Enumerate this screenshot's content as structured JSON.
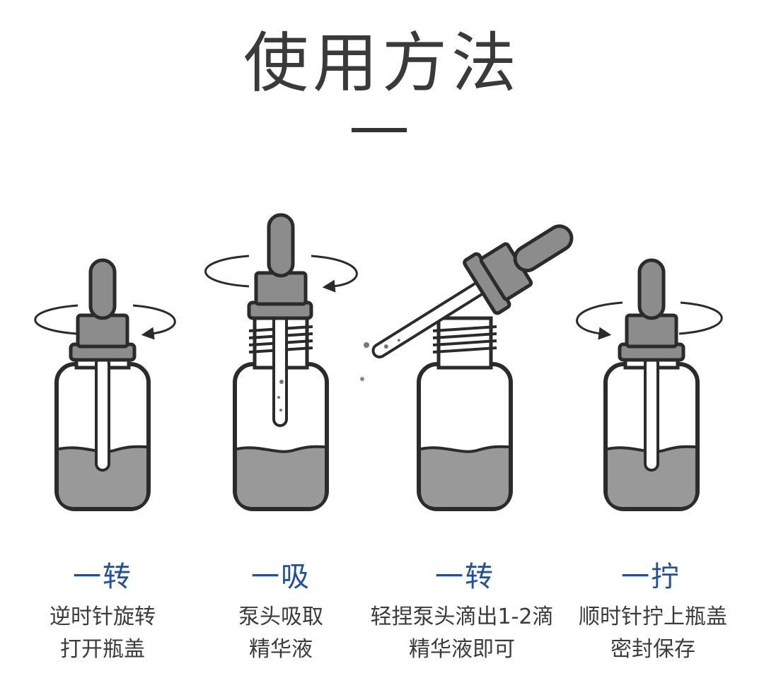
{
  "title": "使用方法",
  "colors": {
    "accent": "#1f4fa0",
    "line": "#2b2b2b",
    "fill": "#999999",
    "cap": "#8c8c8c"
  },
  "steps": [
    {
      "heading": "一转",
      "desc_line1": "逆时针旋转",
      "desc_line2": "打开瓶盖",
      "icon": "dropper-bottle-rotate-counterclockwise"
    },
    {
      "heading": "一吸",
      "desc_line1": "泵头吸取",
      "desc_line2": "精华液",
      "icon": "dropper-bottle-draw"
    },
    {
      "heading": "一转",
      "desc_line1": "轻捏泵头滴出1-2滴",
      "desc_line2": "精华液即可",
      "icon": "dropper-dispense"
    },
    {
      "heading": "一拧",
      "desc_line1": "顺时针拧上瓶盖",
      "desc_line2": "密封保存",
      "icon": "dropper-bottle-rotate-clockwise"
    }
  ]
}
